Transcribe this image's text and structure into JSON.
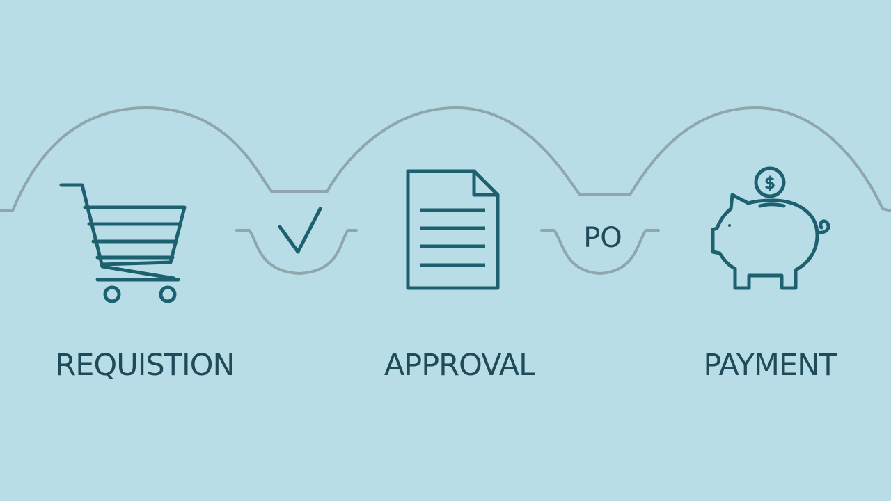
{
  "colors": {
    "background": "#b9dde6",
    "track_line": "#8fa6ad",
    "icon_stroke": "#1d6070",
    "label_text": "#1f4a5a"
  },
  "steps": [
    {
      "label": "REQUISTION",
      "icon": "shopping-cart-icon"
    },
    {
      "label": "APPROVAL",
      "icon": "document-icon"
    },
    {
      "label": "PAYMENT",
      "icon": "piggy-bank-icon"
    }
  ],
  "connectors": [
    {
      "icon": "checkmark-icon"
    },
    {
      "label": "PO"
    }
  ],
  "coin_symbol": "$"
}
